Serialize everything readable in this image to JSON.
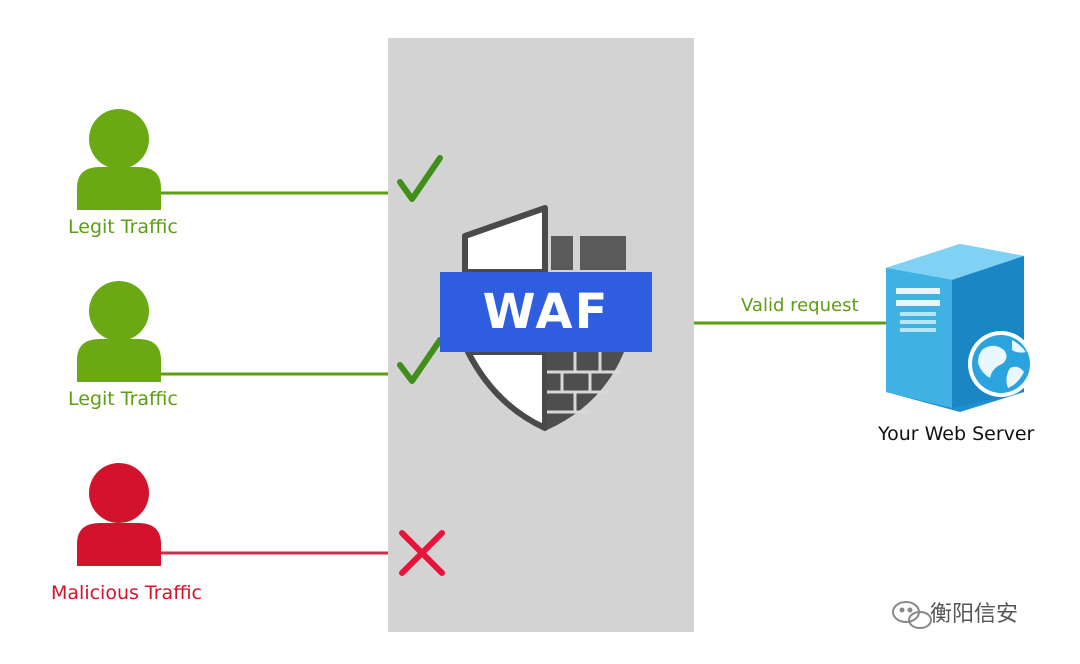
{
  "colors": {
    "legit": "#5c9e12",
    "malicious": "#d3122c",
    "waf_zone": "#d3d3d3",
    "waf_banner": "#2f5de0",
    "server": "#3fb2e3"
  },
  "icons": {
    "legit_user": "user-icon",
    "malicious_user": "user-icon",
    "allow": "check-icon",
    "block": "x-icon",
    "shield": "firewall-shield-icon",
    "server": "web-server-icon",
    "globe": "globe-icon",
    "watermark": "wechat-icon"
  },
  "sources": [
    {
      "label": "Legit Traffic",
      "status": "allowed"
    },
    {
      "label": "Legit Traffic",
      "status": "allowed"
    },
    {
      "label": "Malicious Traffic",
      "status": "blocked"
    }
  ],
  "waf": {
    "label": "WAF"
  },
  "connection": {
    "label": "Valid request"
  },
  "server": {
    "label": "Your Web Server"
  },
  "watermark": {
    "text": "衡阳信安"
  }
}
